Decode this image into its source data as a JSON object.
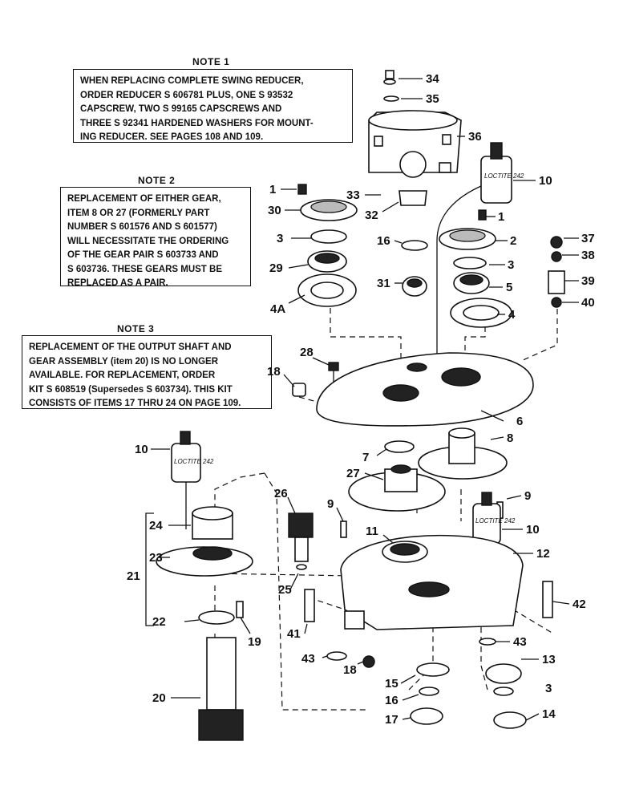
{
  "notes": [
    {
      "title": "NOTE 1",
      "text": "WHEN REPLACING COMPLETE SWING REDUCER,\nORDER REDUCER S 606781 PLUS, ONE S 93532\nCAPSCREW, TWO S 99165 CAPSCREWS AND\nTHREE S 92341 HARDENED WASHERS FOR MOUNT-\nING REDUCER.  SEE PAGES 108 AND 109."
    },
    {
      "title": "NOTE 2",
      "text": "REPLACEMENT OF EITHER GEAR,\nITEM 8 OR 27 (FORMERLY PART\nNUMBER S 601576 AND S 601577)\nWILL NECESSITATE THE ORDERING\nOF THE GEAR PAIR S 603733 AND\nS 603736.  THESE GEARS MUST BE\nREPLACED AS A PAIR."
    },
    {
      "title": "NOTE 3",
      "text": "REPLACEMENT OF THE OUTPUT SHAFT AND\nGEAR ASSEMBLY (item 20) IS NO LONGER\nAVAILABLE.  FOR REPLACEMENT, ORDER\nKIT S 608519 (Supersedes S 603734).  THIS KIT\nCONSISTS OF ITEMS 17 THRU 24 ON PAGE 109."
    }
  ],
  "bottle_label": "LOCTITE 242",
  "callouts": {
    "c1a": "1",
    "c1b": "1",
    "c2": "2",
    "c3a": "3",
    "c3b": "3",
    "c3c": "3",
    "c4": "4",
    "c4a": "4A",
    "c5": "5",
    "c6": "6",
    "c7": "7",
    "c8": "8",
    "c9a": "9",
    "c9b": "9",
    "c10a": "10",
    "c10b": "10",
    "c10c": "10",
    "c11": "11",
    "c12": "12",
    "c13": "13",
    "c14": "14",
    "c15": "15",
    "c16a": "16",
    "c16b": "16",
    "c17": "17",
    "c18a": "18",
    "c18b": "18",
    "c19": "19",
    "c20": "20",
    "c21": "21",
    "c22": "22",
    "c23": "23",
    "c24": "24",
    "c25": "25",
    "c26": "26",
    "c27": "27",
    "c28": "28",
    "c29": "29",
    "c30": "30",
    "c31": "31",
    "c32": "32",
    "c33": "33",
    "c34": "34",
    "c35": "35",
    "c36": "36",
    "c37": "37",
    "c38": "38",
    "c39": "39",
    "c40": "40",
    "c41": "41",
    "c42": "42",
    "c43a": "43",
    "c43b": "43"
  }
}
